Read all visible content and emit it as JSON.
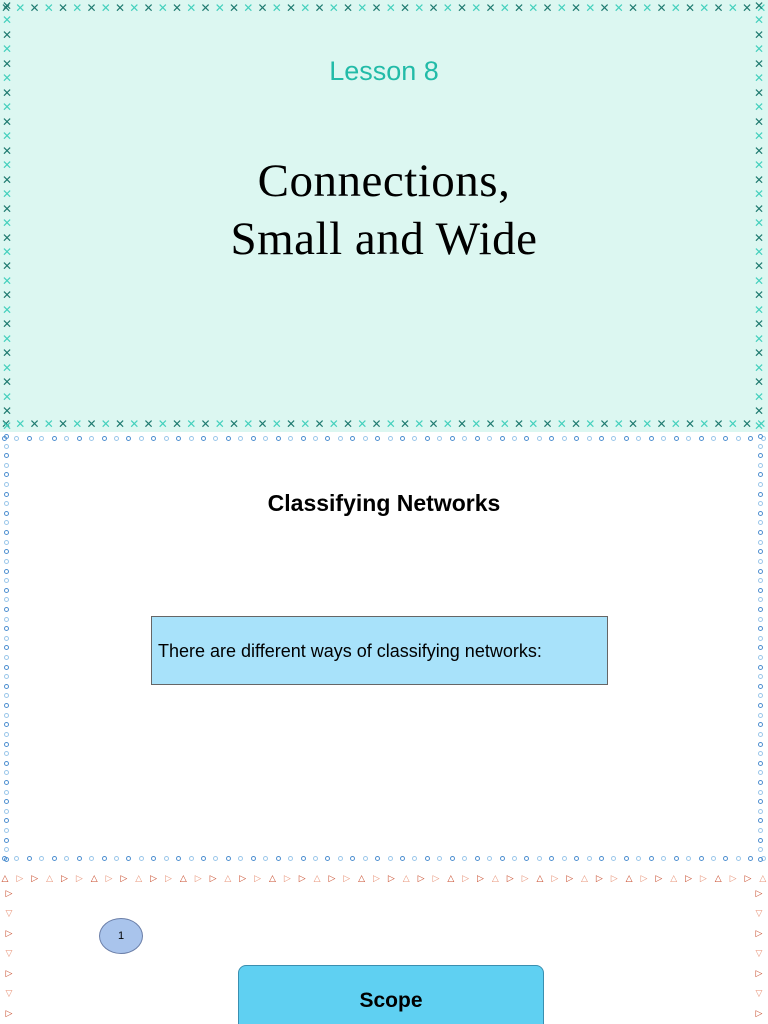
{
  "slide1": {
    "lesson_label": "Lesson 8",
    "title_line1": "Connections,",
    "title_line2": "Small and Wide",
    "colors": {
      "background": "#dcf7f1",
      "lesson_text": "#22bba8",
      "border_dark": "#1f7a70",
      "border_light": "#44d0bd"
    }
  },
  "slide2": {
    "heading": "Classifying Networks",
    "box_text": "There are different ways of classifying networks:",
    "colors": {
      "box_fill": "#a8e2fa",
      "border_dark": "#4e8fd0",
      "border_light": "#9bc7ea"
    }
  },
  "slide3": {
    "badge_number": "1",
    "scope_label": "Scope",
    "colors": {
      "badge_fill": "#a9c4ec",
      "button_fill": "#5fd0f2",
      "border_dark": "#c84a2a",
      "border_light": "#e8957a"
    }
  }
}
